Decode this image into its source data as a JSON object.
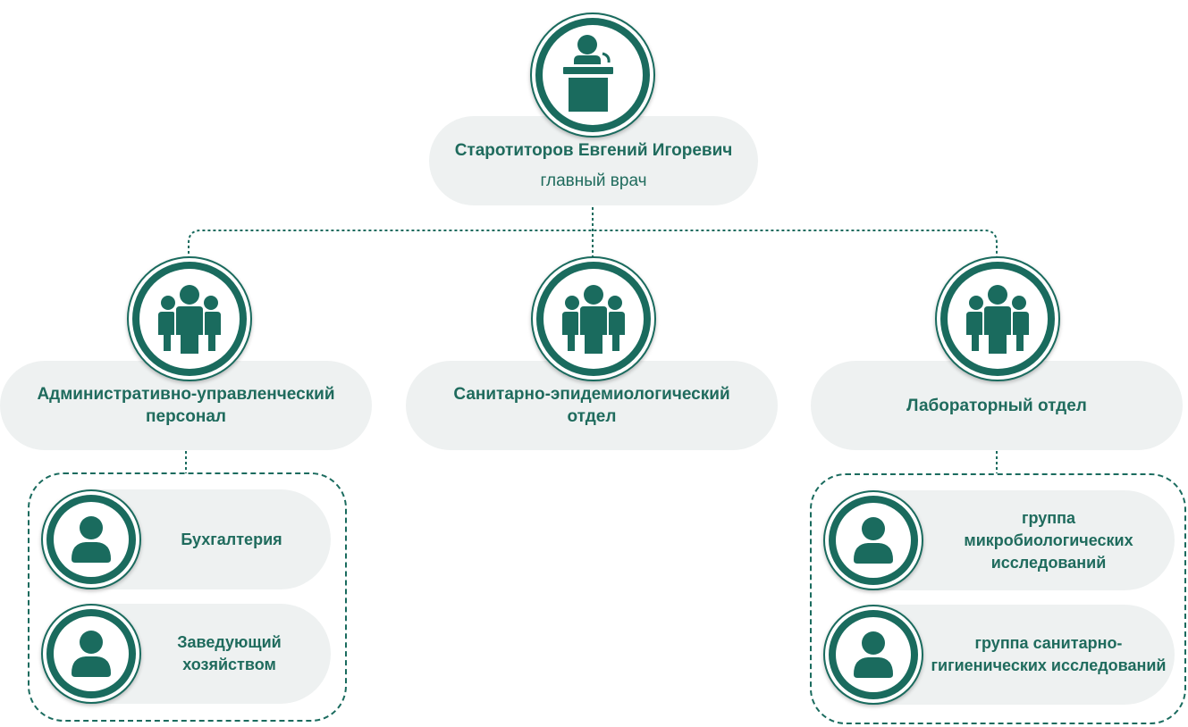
{
  "root": {
    "name": "Старотиторов Евгений Игоревич",
    "role": "главный врач",
    "icon": "podium-speaker-icon"
  },
  "departments": [
    {
      "label": "Административно-управленческий персонал",
      "icon": "group-icon"
    },
    {
      "label": "Санитарно-эпидемиологический отдел",
      "icon": "group-icon"
    },
    {
      "label": "Лабораторный отдел",
      "icon": "group-icon"
    }
  ],
  "admin_units": [
    {
      "label": "Бухгалтерия",
      "icon": "person-icon"
    },
    {
      "label": "Заведующий хозяйством",
      "icon": "person-icon"
    }
  ],
  "lab_units": [
    {
      "label": "группа микробиологических исследований",
      "icon": "person-icon"
    },
    {
      "label": "группа санитарно-гигиенических исследований",
      "icon": "person-icon"
    }
  ],
  "colors": {
    "accent": "#1a6b5e",
    "pill_bg": "#eef1f1"
  }
}
